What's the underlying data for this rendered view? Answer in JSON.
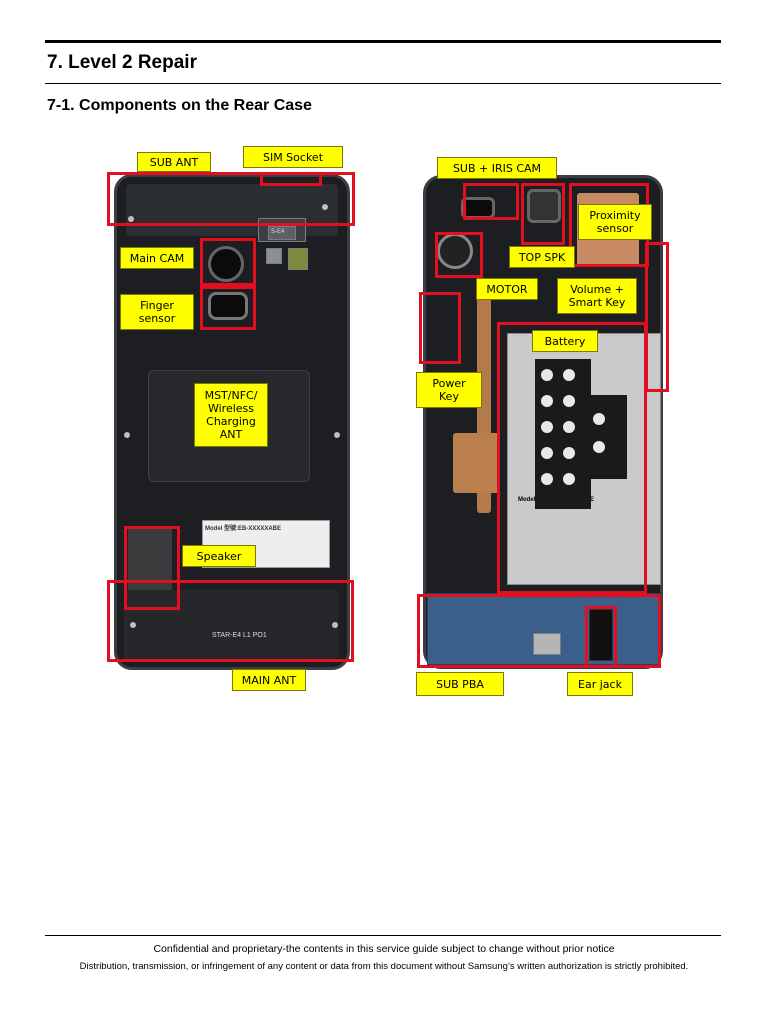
{
  "header": {
    "section_title": "7. Level 2 Repair",
    "subsection_title": "7-1. Components on the Rear Case"
  },
  "left_figure": {
    "labels": {
      "sub_ant": "SUB ANT",
      "sim_socket": "SIM Socket",
      "main_cam": "Main CAM",
      "finger_sensor": "Finger\nsensor",
      "mst_nfc": "MST/NFC/\nWireless\nCharging\nANT",
      "speaker": "Speaker",
      "main_ant": "MAIN ANT"
    },
    "printed": {
      "model_text": "Model 型號:EB-XXXXXABE",
      "board_mark": "STAR-E4 L1 PO1",
      "chip_mark": "S-E4"
    }
  },
  "right_figure": {
    "labels": {
      "sub_iris": "SUB  + IRIS CAM",
      "proximity": "Proximity\nsensor",
      "top_spk": "TOP SPK",
      "motor": "MOTOR",
      "volume": "Volume +\nSmart Key",
      "battery": "Battery",
      "power_key": "Power\nKey",
      "sub_pba": "SUB PBA",
      "ear_jack": "Ear jack"
    },
    "printed": {
      "model_text": "Model 型號:EB-XXXXXABE"
    }
  },
  "footer": {
    "line1": "Confidential and proprietary-the contents in this service guide subject to change without prior notice",
    "line2": "Distribution, transmission, or infringement of any content or data from this document without Samsung’s written authorization is strictly prohibited."
  },
  "colors": {
    "callout_box": "#e10f1f",
    "label_fill": "#ffff00"
  }
}
